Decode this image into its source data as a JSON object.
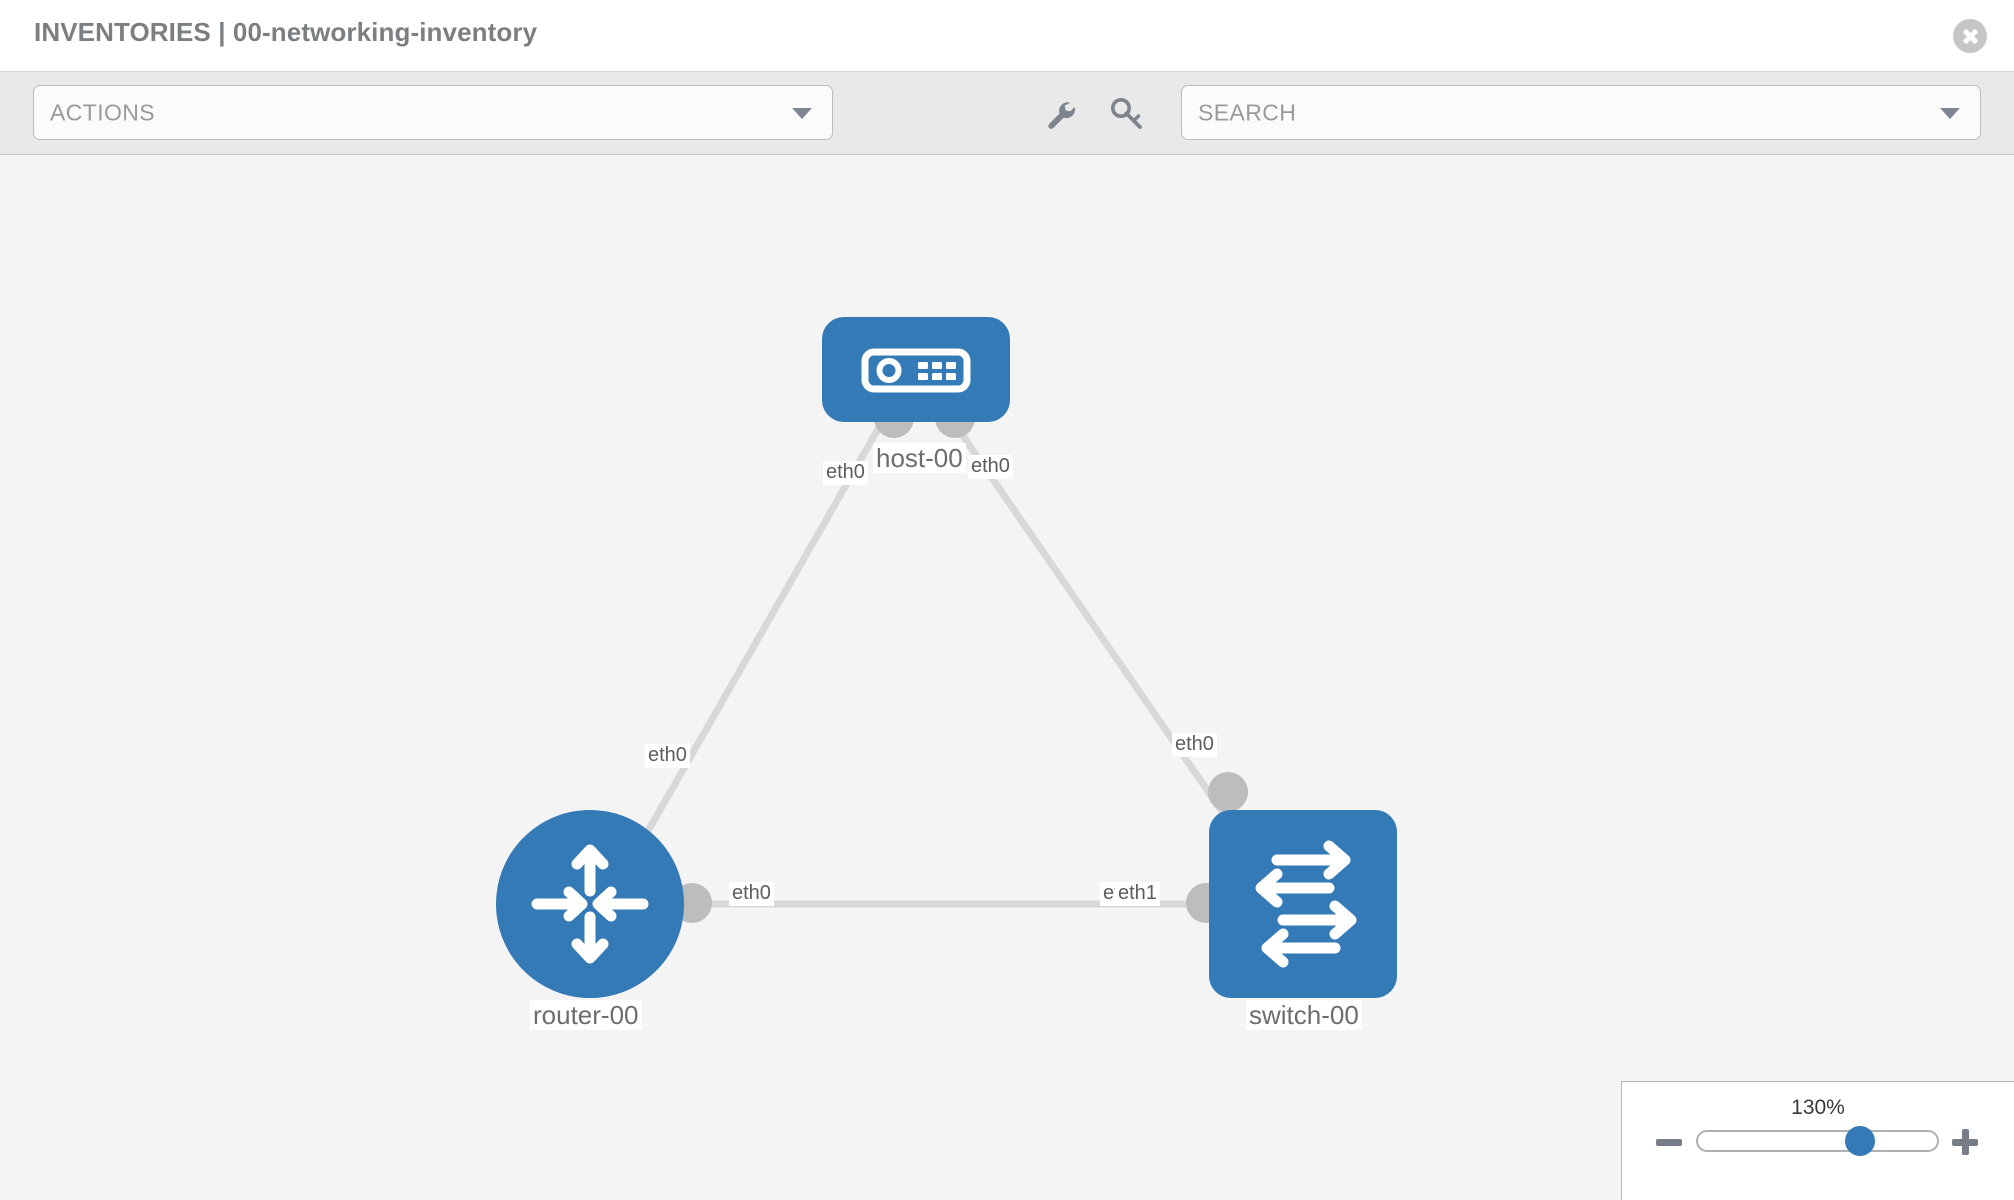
{
  "header": {
    "title": "INVENTORIES | 00-networking-inventory",
    "close_icon": "close-circle-icon"
  },
  "toolbar": {
    "actions_value": "ACTIONS",
    "search_placeholder": "SEARCH",
    "wrench_icon": "wrench-icon",
    "key_icon": "key-icon",
    "caret_icon": "chevron-down-icon"
  },
  "topology": {
    "nodes": [
      {
        "id": "host-00",
        "label": "host-00",
        "type": "host",
        "icon": "server-icon",
        "color": "#337ab7"
      },
      {
        "id": "router-00",
        "label": "router-00",
        "type": "router",
        "icon": "router-icon",
        "color": "#337ab7"
      },
      {
        "id": "switch-00",
        "label": "switch-00",
        "type": "switch",
        "icon": "switch-icon",
        "color": "#337ab7"
      }
    ],
    "interface_labels": [
      {
        "id": "host-left",
        "text": "eth0"
      },
      {
        "id": "host-right",
        "text": "eth0"
      },
      {
        "id": "router-upper",
        "text": "eth0"
      },
      {
        "id": "router-right",
        "text": "eth0"
      },
      {
        "id": "switch-upper",
        "text": "eth0"
      },
      {
        "id": "switch-left-a",
        "text": "eth0"
      },
      {
        "id": "switch-left-b",
        "text": "eth1"
      }
    ],
    "link_color": "#d8d8d8",
    "connector_color": "#bdbdbd"
  },
  "zoom_control": {
    "level": "130%",
    "minus_label": "minus-icon",
    "plus_label": "plus-icon",
    "handle_position_pct": 63
  }
}
